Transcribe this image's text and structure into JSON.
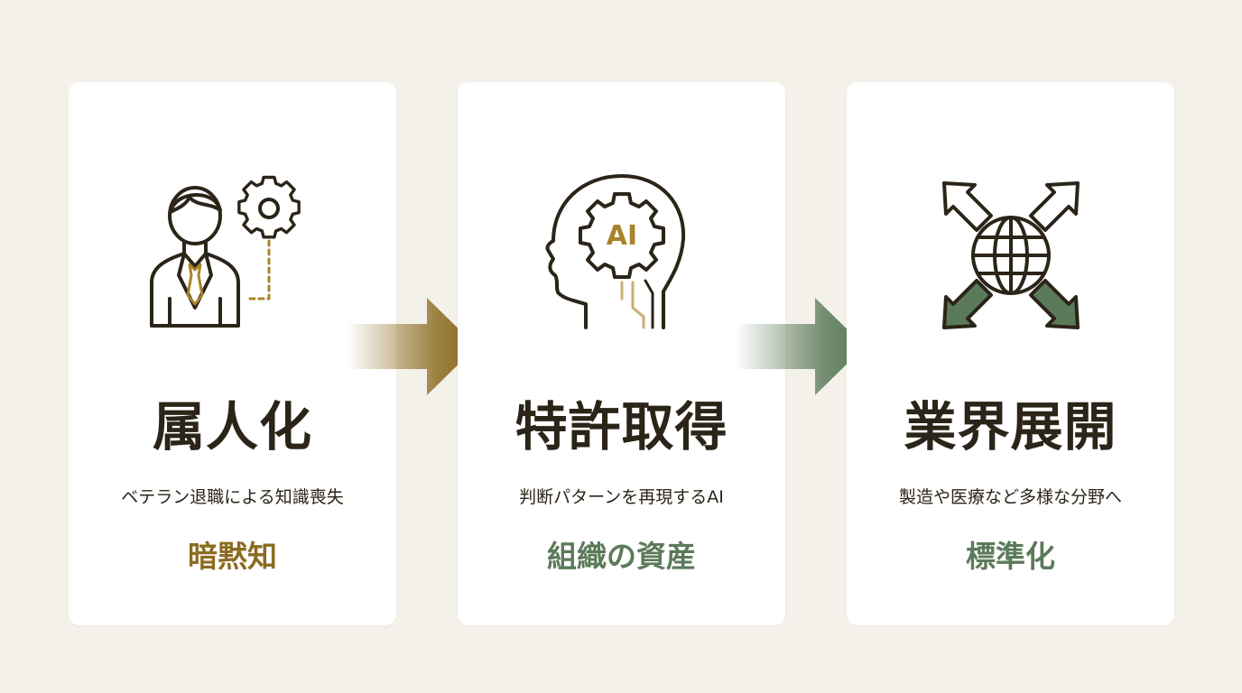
{
  "cards": [
    {
      "title": "属人化",
      "description": "ベテラン退職による知識喪失",
      "keyword": "暗黙知",
      "icon": "person-gear-icon",
      "accent": "#8c6c22"
    },
    {
      "title": "特許取得",
      "description": "判断パターンを再現するAI",
      "keyword": "組織の資産",
      "icon": "ai-head-icon",
      "icon_label": "AI",
      "accent": "#5b7a5a"
    },
    {
      "title": "業界展開",
      "description": "製造や医療など多様な分野へ",
      "keyword": "標準化",
      "icon": "globe-expand-icon",
      "accent": "#5b7a5a"
    }
  ],
  "arrows": [
    {
      "icon": "arrow-right-icon",
      "color": "#8c6c22"
    },
    {
      "icon": "arrow-right-icon",
      "color": "#5b7a5a"
    }
  ],
  "colors": {
    "background": "#f4f1ea",
    "card": "#ffffff",
    "ink": "#2b2418",
    "gold": "#8c6c22",
    "green": "#5b7a5a"
  }
}
